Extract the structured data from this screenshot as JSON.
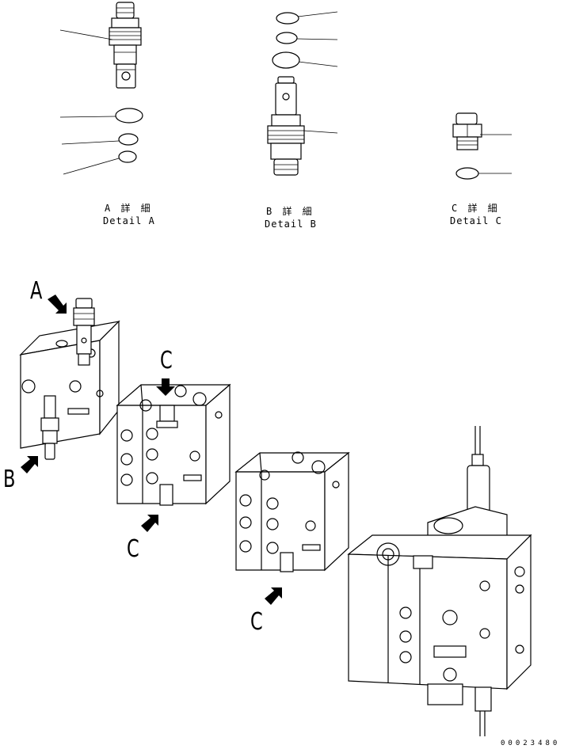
{
  "details": [
    {
      "jp": "A 詳 細",
      "en": "Detail A"
    },
    {
      "jp": "B 詳 細",
      "en": "Detail B"
    },
    {
      "jp": "C 詳 細",
      "en": "Detail C"
    }
  ],
  "view_labels": {
    "a": "A",
    "b": "B",
    "c1": "C",
    "c2": "C",
    "c3": "C"
  },
  "part_number": "00023480"
}
